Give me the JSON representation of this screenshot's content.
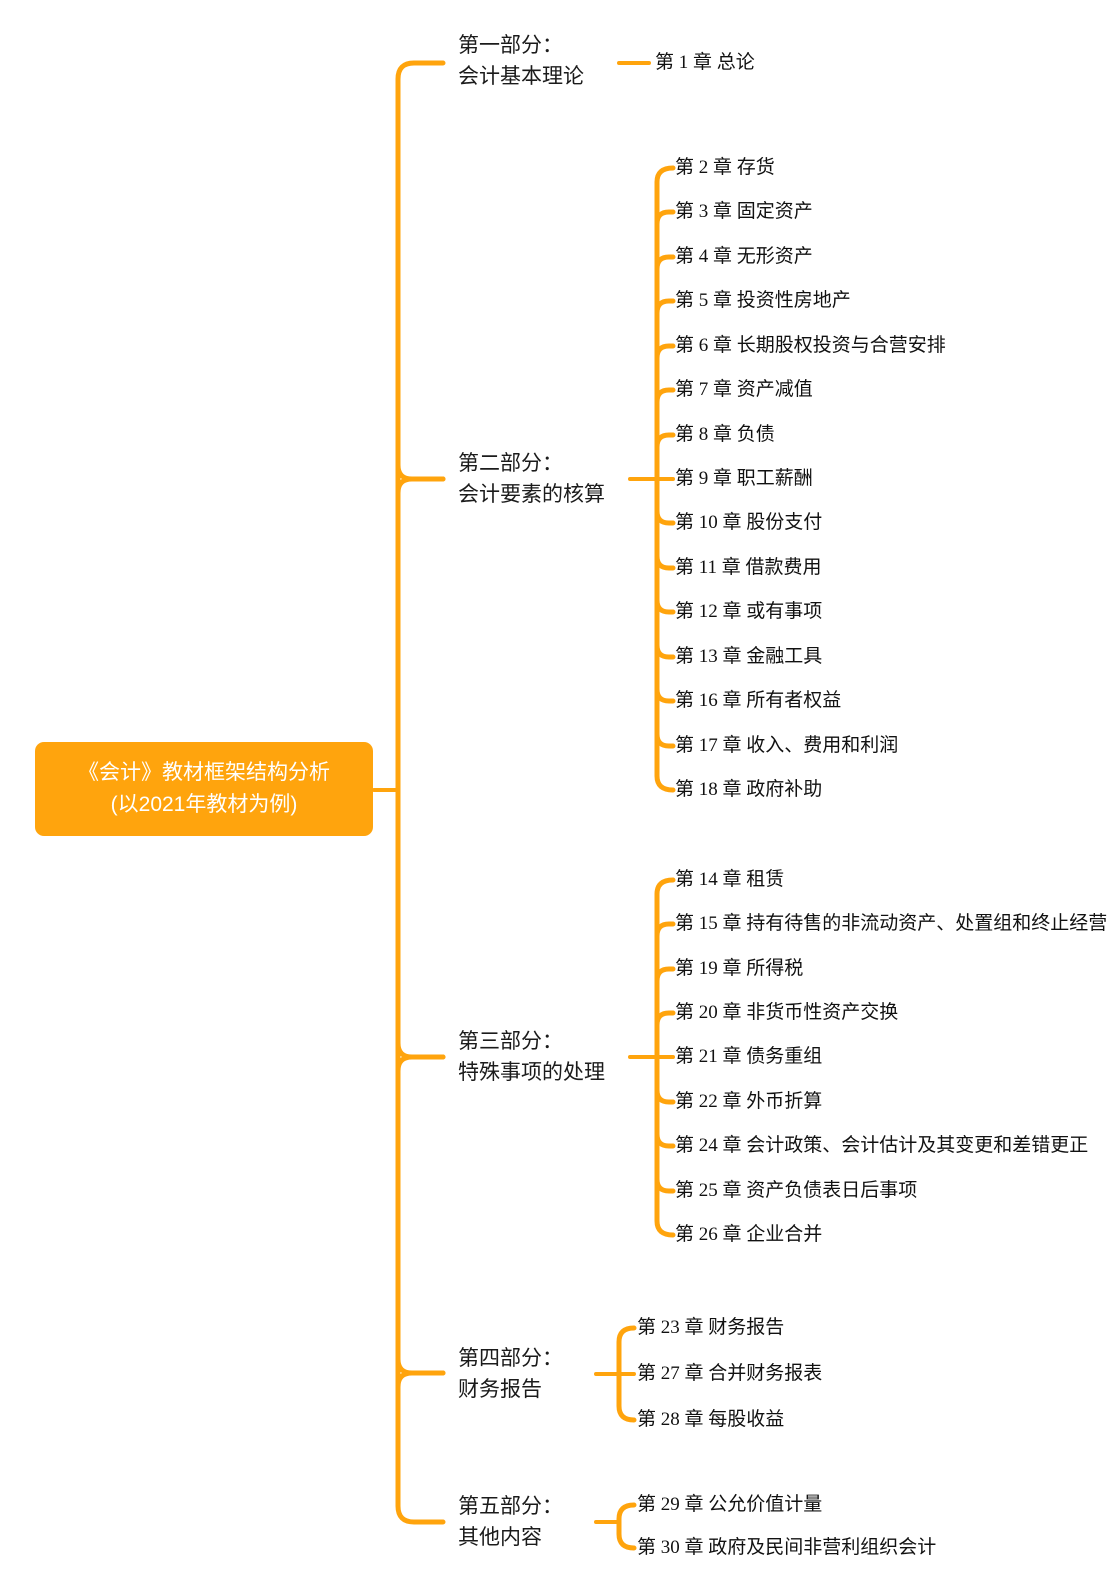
{
  "colors": {
    "accent": "#FFA40D",
    "node_text": "#ffffff",
    "text": "#1b1b1b"
  },
  "root": {
    "line1": "《会计》教材框架结构分析",
    "line2": "(以2021年教材为例)"
  },
  "branches": [
    {
      "label_line1": "第一部分：",
      "label_line2": "会计基本理论",
      "chapters": [
        "第 1 章 总论"
      ]
    },
    {
      "label_line1": "第二部分：",
      "label_line2": "会计要素的核算",
      "chapters": [
        "第 2 章 存货",
        "第 3 章 固定资产",
        "第 4 章 无形资产",
        "第 5 章 投资性房地产",
        "第 6 章 长期股权投资与合营安排",
        "第 7 章 资产减值",
        "第 8 章 负债",
        "第 9 章 职工薪酬",
        "第 10 章 股份支付",
        "第 11 章 借款费用",
        "第 12 章 或有事项",
        "第 13 章 金融工具",
        "第 16 章 所有者权益",
        "第 17 章 收入、费用和利润",
        "第 18 章 政府补助"
      ]
    },
    {
      "label_line1": "第三部分：",
      "label_line2": "特殊事项的处理",
      "chapters": [
        "第 14 章 租赁",
        "第 15 章 持有待售的非流动资产、处置组和终止经营",
        "第 19 章 所得税",
        "第 20 章 非货币性资产交换",
        "第 21 章 债务重组",
        "第 22 章 外币折算",
        "第 24 章 会计政策、会计估计及其变更和差错更正",
        "第 25 章 资产负债表日后事项",
        "第 26 章 企业合并"
      ]
    },
    {
      "label_line1": "第四部分：",
      "label_line2": "财务报告",
      "chapters": [
        "第 23 章 财务报告",
        "第 27 章 合并财务报表",
        "第 28 章 每股收益"
      ]
    },
    {
      "label_line1": "第五部分：",
      "label_line2": "其他内容",
      "chapters": [
        "第 29 章 公允价值计量",
        "第 30 章 政府及民间非营利组织会计"
      ]
    }
  ]
}
